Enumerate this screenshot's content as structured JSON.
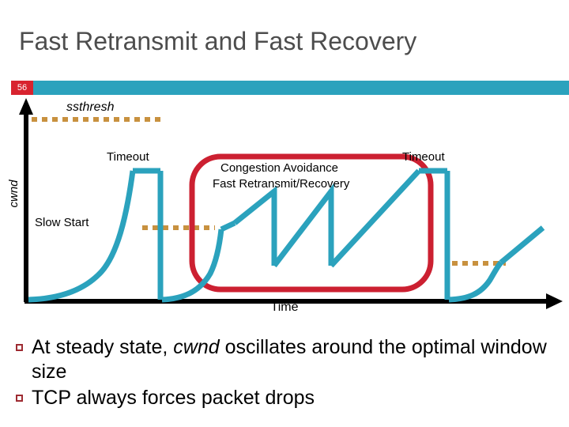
{
  "slide": {
    "title": "Fast Retransmit and Fast Recovery",
    "number": "56",
    "header_bar_color": "#2ba2bd",
    "number_badge_color": "#d8232f",
    "title_color": "#4d4d4d"
  },
  "chart_data": {
    "type": "line",
    "title": "TCP congestion window evolution",
    "xlabel": "Time",
    "ylabel": "cwnd",
    "grid": false,
    "legend": "none",
    "axis_color": "#000000",
    "series": [
      {
        "name": "cwnd",
        "color": "#2ba2bd",
        "description": "Slow start exponential ramp, timeout drop to zero, congestion avoidance sawtooth, second timeout, restart"
      },
      {
        "name": "ssthresh",
        "color": "#c8913f",
        "style": "dashed",
        "description": "Slow start threshold level, halved after each loss event"
      }
    ],
    "annotations": [
      {
        "text": "ssthresh",
        "italic": true,
        "x": 0.15,
        "y": 0.95
      },
      {
        "text": "Timeout",
        "italic": false,
        "x": 0.24,
        "y": 0.7
      },
      {
        "text": "Slow Start",
        "italic": false,
        "x": 0.07,
        "y": 0.42
      },
      {
        "text": "Congestion Avoidance",
        "italic": false,
        "x": 0.53,
        "y": 0.66
      },
      {
        "text": "Fast Retransmit/Recovery",
        "italic": false,
        "x": 0.53,
        "y": 0.59
      },
      {
        "text": "Timeout",
        "italic": false,
        "x": 0.78,
        "y": 0.7
      }
    ],
    "highlight_box": {
      "label": "Congestion Avoidance / Fast Retransmit/Recovery region",
      "color": "#cc2031",
      "shape": "rounded-rectangle"
    },
    "ssthresh_levels": [
      0.86,
      0.42,
      0.22
    ],
    "cwnd_points": [
      [
        0,
        0.02
      ],
      [
        20,
        0.04
      ],
      [
        45,
        0.1
      ],
      [
        70,
        0.22
      ],
      [
        95,
        0.42
      ],
      [
        115,
        0.62
      ],
      [
        128,
        0.72
      ],
      [
        140,
        0.74
      ],
      [
        152,
        0.74
      ],
      [
        152,
        0.02
      ],
      [
        175,
        0.02
      ],
      [
        200,
        0.1
      ],
      [
        218,
        0.3
      ],
      [
        232,
        0.42
      ],
      [
        252,
        0.5
      ],
      [
        288,
        0.56
      ],
      [
        288,
        0.2
      ],
      [
        330,
        0.34
      ],
      [
        378,
        0.56
      ],
      [
        378,
        0.2
      ],
      [
        420,
        0.34
      ],
      [
        500,
        0.74
      ],
      [
        520,
        0.74
      ],
      [
        520,
        0.02
      ],
      [
        556,
        0.02
      ],
      [
        580,
        0.06
      ],
      [
        600,
        0.18
      ],
      [
        618,
        0.22
      ],
      [
        650,
        0.36
      ],
      [
        676,
        0.46
      ]
    ]
  },
  "labels": {
    "ssthresh": "ssthresh",
    "timeout_1": "Timeout",
    "timeout_2": "Timeout",
    "slow_start": "Slow Start",
    "congestion_avoidance": "Congestion Avoidance",
    "fast_retransmit_recovery": "Fast Retransmit/Recovery",
    "x_axis": "Time",
    "y_axis": "cwnd"
  },
  "bullets": [
    {
      "prefix": "At steady state, ",
      "emphasis": "cwnd",
      "suffix": " oscillates around the optimal window size"
    },
    {
      "prefix": "TCP always forces packet drops",
      "emphasis": "",
      "suffix": ""
    }
  ]
}
